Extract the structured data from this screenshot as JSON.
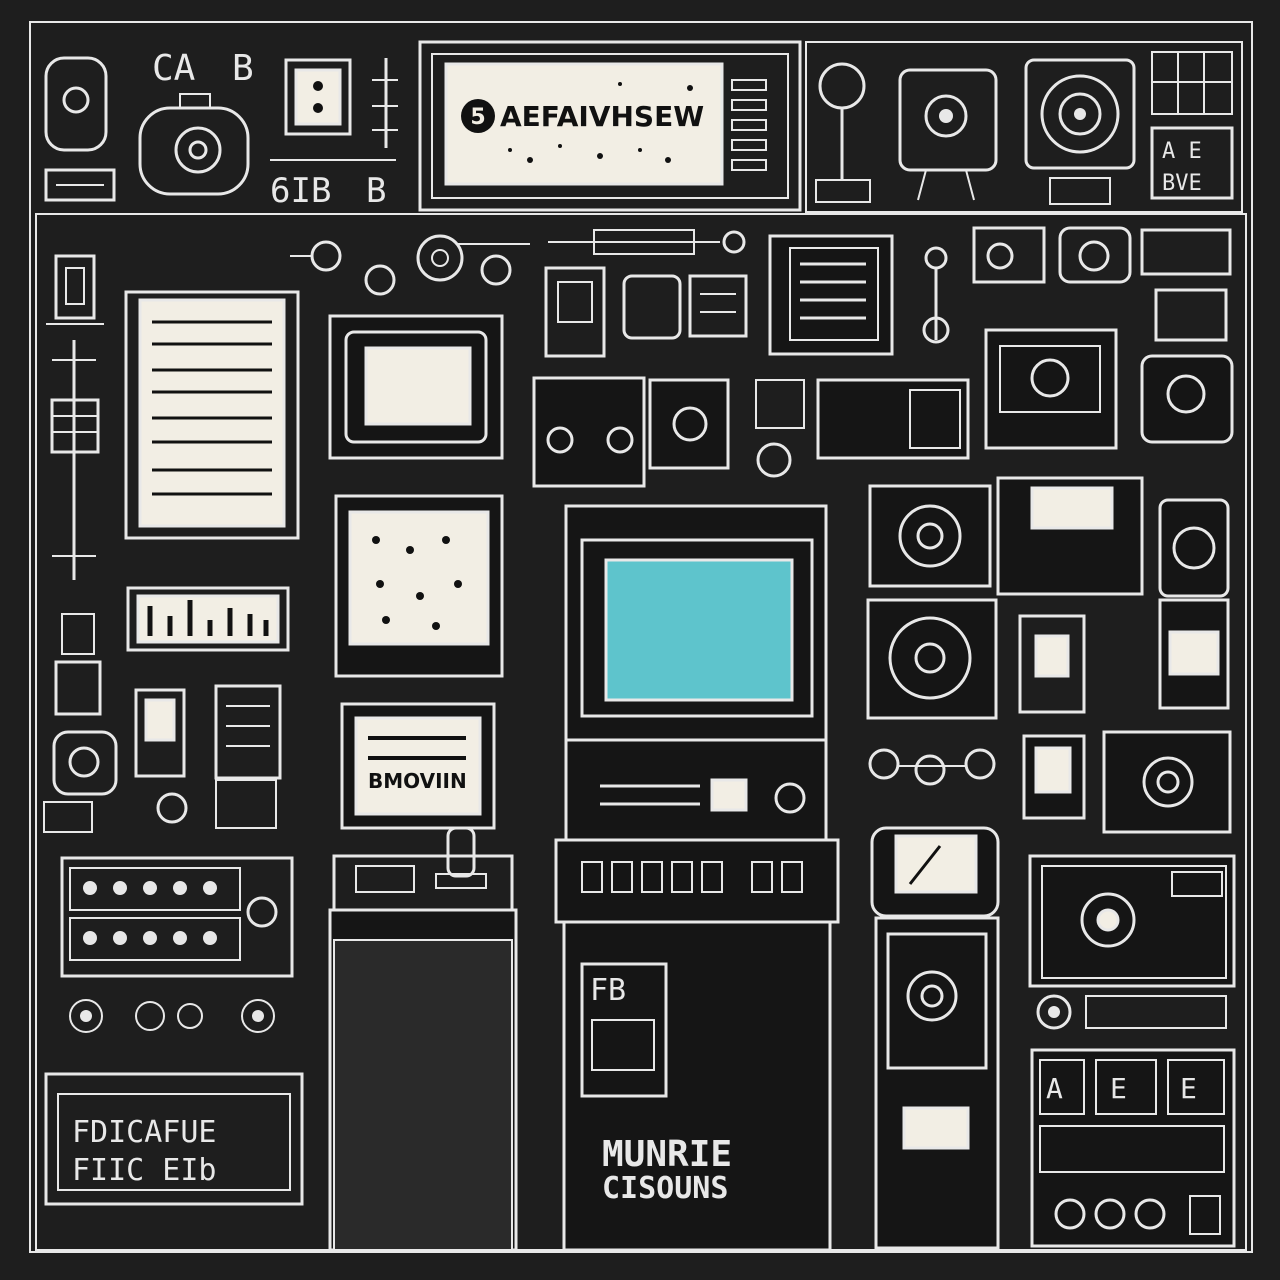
{
  "title_sign": {
    "badge": "5",
    "text": "AEFAIVHSEW"
  },
  "top_left": {
    "label_a": "CA",
    "label_b": "B",
    "label_c": "6IB",
    "label_d": "B"
  },
  "cabinet": {
    "panel_label": "FB",
    "brand_line1": "MUNRIE",
    "brand_line2": "CISOUNS"
  },
  "bottom_right_panel": {
    "tag_a": "A",
    "tag_b": "E",
    "tag_c": "E"
  },
  "top_right_sign": {
    "line1": "A E",
    "line2": "BVE"
  },
  "left_lower_panel": {
    "line1": "FDICAFUE",
    "line2": "FIIC EIb"
  },
  "mid_screen_caption": "BMOVIIN",
  "colors": {
    "background": "#1e1e1e",
    "line": "#e8e8e8",
    "paper": "#f2eee4",
    "screen": "#5ec4cc"
  }
}
